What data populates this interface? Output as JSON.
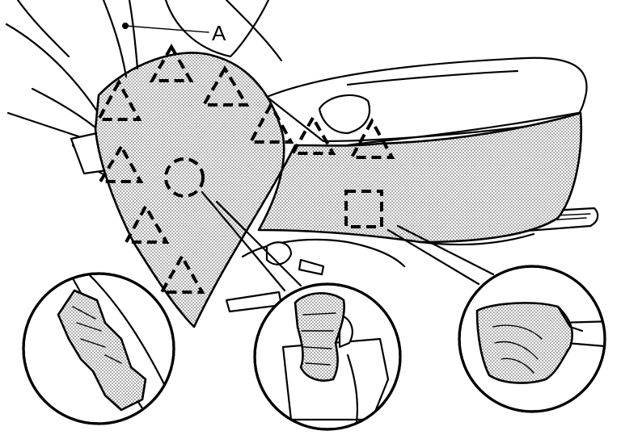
{
  "diagram": {
    "callout_label": "A",
    "colors": {
      "line": "#000000",
      "shade": "#9a9a9a",
      "background": "#ffffff"
    },
    "marker_shapes": [
      "dashed-triangle",
      "dashed-circle",
      "dashed-square"
    ]
  }
}
